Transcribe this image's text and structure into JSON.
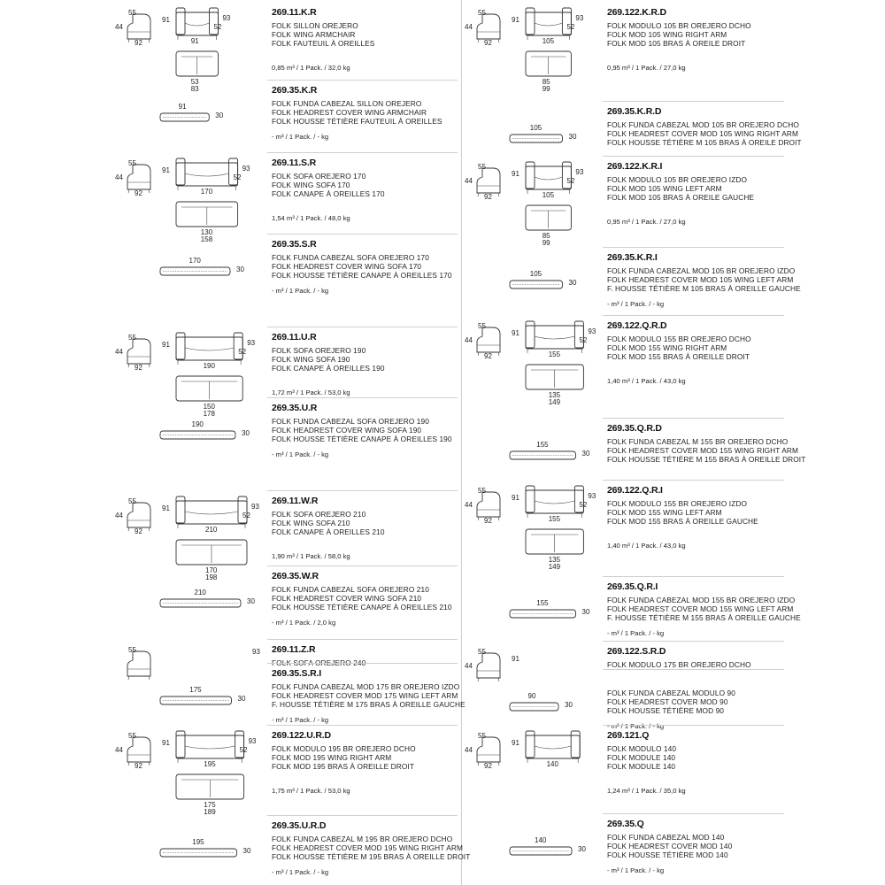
{
  "left": [
    {
      "code": "269.11.K.R",
      "lines": [
        "FOLK SILLON OREJERO",
        "FOLK WING ARMCHAIR",
        "FOLK FAUTEUIL À OREILLES"
      ],
      "spec": "0,85 m³ / 1 Pack. / 32,0 kg",
      "dims": {
        "a": "55",
        "b": "91",
        "c": "44",
        "d": "92",
        "e": "91",
        "f": "93",
        "g": "52",
        "h": "53",
        "i": "83"
      }
    },
    {
      "code": "269.35.K.R",
      "lines": [
        "FOLK FUNDA CABEZAL SILLON OREJERO",
        "FOLK HEADREST COVER WING ARMCHAIR",
        "FOLK HOUSSE TÉTIÈRE FAUTEUIL À OREILLES"
      ],
      "spec": "- m³ / 1 Pack. /  - kg",
      "dims": {
        "w": "91",
        "t": "30"
      }
    },
    {
      "code": "269.11.S.R",
      "lines": [
        "FOLK SOFA OREJERO 170",
        "FOLK WING SOFA 170",
        "FOLK CANAPE À OREILLES 170"
      ],
      "spec": "1,54 m³ / 1 Pack. / 48,0 kg",
      "dims": {
        "a": "55",
        "b": "91",
        "c": "44",
        "d": "92",
        "e": "170",
        "f": "93",
        "g": "52",
        "h": "130",
        "i": "158"
      }
    },
    {
      "code": "269.35.S.R",
      "lines": [
        "FOLK FUNDA CABEZAL SOFA OREJERO 170",
        "FOLK HEADREST COVER WING SOFA 170",
        "FOLK HOUSSE TÉTIÈRE CANAPE À OREILLES 170"
      ],
      "spec": "- m³ / 1 Pack. /  - kg",
      "dims": {
        "w": "170",
        "t": "30"
      }
    },
    {
      "code": "269.11.U.R",
      "lines": [
        "FOLK SOFA OREJERO 190",
        "FOLK WING SOFA 190",
        "FOLK CANAPE À OREILLES 190"
      ],
      "spec": "1,72 m³ / 1 Pack. / 53,0 kg",
      "dims": {
        "a": "55",
        "b": "91",
        "c": "44",
        "d": "92",
        "e": "190",
        "f": "93",
        "g": "52",
        "h": "150",
        "i": "178"
      }
    },
    {
      "code": "269.35.U.R",
      "lines": [
        "FOLK FUNDA CABEZAL SOFA OREJERO 190",
        "FOLK HEADREST COVER WING SOFA 190",
        "FOLK HOUSSE TÉTIÈRE CANAPE À OREILLES 190"
      ],
      "spec": "- m³ / 1 Pack. /  - kg",
      "dims": {
        "w": "190",
        "t": "30"
      }
    },
    {
      "code": "269.11.W.R",
      "lines": [
        "FOLK SOFA OREJERO 210",
        "FOLK WING SOFA 210",
        "FOLK CANAPE À OREILLES 210"
      ],
      "spec": "1,90 m³ / 1 Pack. / 58,0 kg",
      "dims": {
        "a": "55",
        "b": "91",
        "c": "44",
        "d": "92",
        "e": "210",
        "f": "93",
        "g": "52",
        "h": "170",
        "i": "198"
      }
    },
    {
      "code": "269.35.W.R",
      "lines": [
        "FOLK FUNDA CABEZAL SOFA OREJERO 210",
        "FOLK HEADREST COVER WING SOFA 210",
        "FOLK HOUSSE TÉTIÈRE CANAPE À OREILLES 210"
      ],
      "spec": "- m³ / 1 Pack. /  2,0 kg",
      "dims": {
        "w": "210",
        "t": "30"
      }
    },
    {
      "code": "269.11.Z.R",
      "lines": [
        "FOLK SOFA OREJERO 240"
      ],
      "spec": "",
      "dims": {
        "a": "55",
        "f": "93"
      }
    },
    {
      "code": "269.35.S.R.I",
      "lines": [
        "FOLK FUNDA CABEZAL MOD 175 BR OREJERO IZDO",
        "FOLK HEADREST COVER MOD 175 WING LEFT ARM",
        "F. HOUSSE TÉTIÈRE M 175 BRAS À OREILLE GAUCHE"
      ],
      "spec": "- m³ / 1 Pack. /  - kg",
      "dims": {
        "w": "175",
        "t": "30"
      }
    },
    {
      "code": "269.122.U.R.D",
      "lines": [
        "FOLK MODULO 195 BR OREJERO DCHO",
        "FOLK MOD 195 WING RIGHT ARM",
        "FOLK MOD 195 BRAS À OREILLE DROIT"
      ],
      "spec": "1,75 m³ / 1 Pack. / 53,0 kg",
      "dims": {
        "a": "55",
        "b": "91",
        "c": "44",
        "d": "92",
        "e": "195",
        "f": "93",
        "g": "52",
        "h": "175",
        "i": "189"
      }
    },
    {
      "code": "269.35.U.R.D",
      "lines": [
        "FOLK FUNDA CABEZAL M 195 BR OREJERO DCHO",
        "FOLK HEADREST COVER MOD 195 WING RIGHT ARM",
        "FOLK HOUSSE TÉTIÈRE M 195 BRAS À OREILLE DROIT"
      ],
      "spec": "- m³ / 1 Pack. /  - kg",
      "dims": {
        "w": "195",
        "t": "30"
      }
    }
  ],
  "right": [
    {
      "code": "269.122.K.R.D",
      "lines": [
        "FOLK MODULO 105 BR OREJERO DCHO",
        "FOLK MOD 105 WING RIGHT ARM",
        "FOLK MOD 105 BRAS À OREILE DROIT"
      ],
      "spec": "0,95 m³ / 1 Pack. / 27,0 kg",
      "dims": {
        "a": "55",
        "b": "91",
        "c": "44",
        "d": "92",
        "e": "105",
        "f": "93",
        "g": "52",
        "h": "85",
        "i": "99"
      }
    },
    {
      "code": "269.35.K.R.D",
      "lines": [
        "FOLK FUNDA CABEZAL MOD 105 BR OREJERO DCHO",
        "FOLK HEADREST COVER MOD 105 WING RIGHT ARM",
        "FOLK HOUSSE TÉTIÈRE M 105 BRAS À OREILE DROIT"
      ],
      "spec": "",
      "dims": {
        "w": "105",
        "t": "30"
      }
    },
    {
      "code": "269.122.K.R.I",
      "lines": [
        "FOLK MODULO 105 BR OREJERO IZDO",
        "FOLK MOD 105 WING LEFT ARM",
        "FOLK MOD 105 BRAS À OREILE GAUCHE"
      ],
      "spec": "0,95 m³ / 1 Pack. / 27,0 kg",
      "dims": {
        "a": "55",
        "b": "91",
        "c": "44",
        "d": "92",
        "e": "105",
        "f": "93",
        "g": "52",
        "h": "85",
        "i": "99"
      }
    },
    {
      "code": "269.35.K.R.I",
      "lines": [
        "FOLK FUNDA CABEZAL MOD 105 BR OREJERO IZDO",
        "FOLK HEADREST COVER MOD 105 WING LEFT ARM",
        "F. HOUSSE TÉTIÈRE M 105 BRAS À OREILLE GAUCHE"
      ],
      "spec": "- m³ / 1 Pack. /  - kg",
      "dims": {
        "w": "105",
        "t": "30"
      }
    },
    {
      "code": "269.122.Q.R.D",
      "lines": [
        "FOLK MODULO 155 BR OREJERO DCHO",
        "FOLK MOD 155 WING RIGHT ARM",
        "FOLK MOD 155 BRAS À OREILLE DROIT"
      ],
      "spec": "1,40 m³ / 1 Pack. / 43,0 kg",
      "dims": {
        "a": "55",
        "b": "91",
        "c": "44",
        "d": "92",
        "e": "155",
        "f": "93",
        "g": "52",
        "h": "135",
        "i": "149"
      }
    },
    {
      "code": "269.35.Q.R.D",
      "lines": [
        "FOLK FUNDA CABEZAL M 155 BR OREJERO DCHO",
        "FOLK HEADREST COVER MOD 155 WING RIGHT ARM",
        "FOLK HOUSSE TÉTIÈRE M 155 BRAS À OREILLE DROIT"
      ],
      "spec": "",
      "dims": {
        "w": "155",
        "t": "30"
      }
    },
    {
      "code": "269.122.Q.R.I",
      "lines": [
        "FOLK MODULO 155 BR OREJERO IZDO",
        "FOLK MOD 155 WING LEFT ARM",
        "FOLK MOD 155 BRAS À OREILLE GAUCHE"
      ],
      "spec": "1,40 m³ / 1 Pack. / 43,0 kg",
      "dims": {
        "a": "55",
        "b": "91",
        "c": "44",
        "d": "92",
        "e": "155",
        "f": "93",
        "g": "52",
        "h": "135",
        "i": "149"
      }
    },
    {
      "code": "269.35.Q.R.I",
      "lines": [
        "FOLK FUNDA CABEZAL MOD 155 BR OREJERO IZDO",
        "FOLK HEADREST COVER MOD 155 WING LEFT ARM",
        "F. HOUSSE TÉTIÈRE M 155 BRAS À OREILLE GAUCHE"
      ],
      "spec": "- m³ / 1 Pack. /  - kg",
      "dims": {
        "w": "155",
        "t": "30"
      }
    },
    {
      "code": "269.122.S.R.D",
      "lines": [
        "FOLK MODULO 175 BR OREJERO DCHO"
      ],
      "spec": "",
      "dims": {
        "a": "55",
        "b": "91",
        "c": "44"
      }
    },
    {
      "code": "",
      "lines": [
        "FOLK FUNDA CABEZAL MODULO 90",
        "FOLK HEADREST COVER MOD 90",
        "FOLK HOUSSE TÉTIÈRE MOD 90"
      ],
      "spec": "- m³ / 1 Pack. /  - kg",
      "dims": {
        "w": "90",
        "t": "30"
      }
    },
    {
      "code": "269.121.Q",
      "lines": [
        "FOLK MODULO 140",
        "FOLK MODULE 140",
        "FOLK MODULE 140"
      ],
      "spec": "1,24 m³ / 1 Pack. / 35,0 kg",
      "dims": {
        "a": "55",
        "b": "91",
        "c": "44",
        "d": "92",
        "e": "140"
      }
    },
    {
      "code": "269.35.Q",
      "lines": [
        "FOLK FUNDA CABEZAL MOD 140",
        "FOLK HEADREST COVER MOD 140",
        "FOLK HOUSSE TÉTIÈRE MOD 140"
      ],
      "spec": "- m³ / 1 Pack. /  - kg",
      "dims": {
        "w": "140",
        "t": "30"
      }
    }
  ]
}
